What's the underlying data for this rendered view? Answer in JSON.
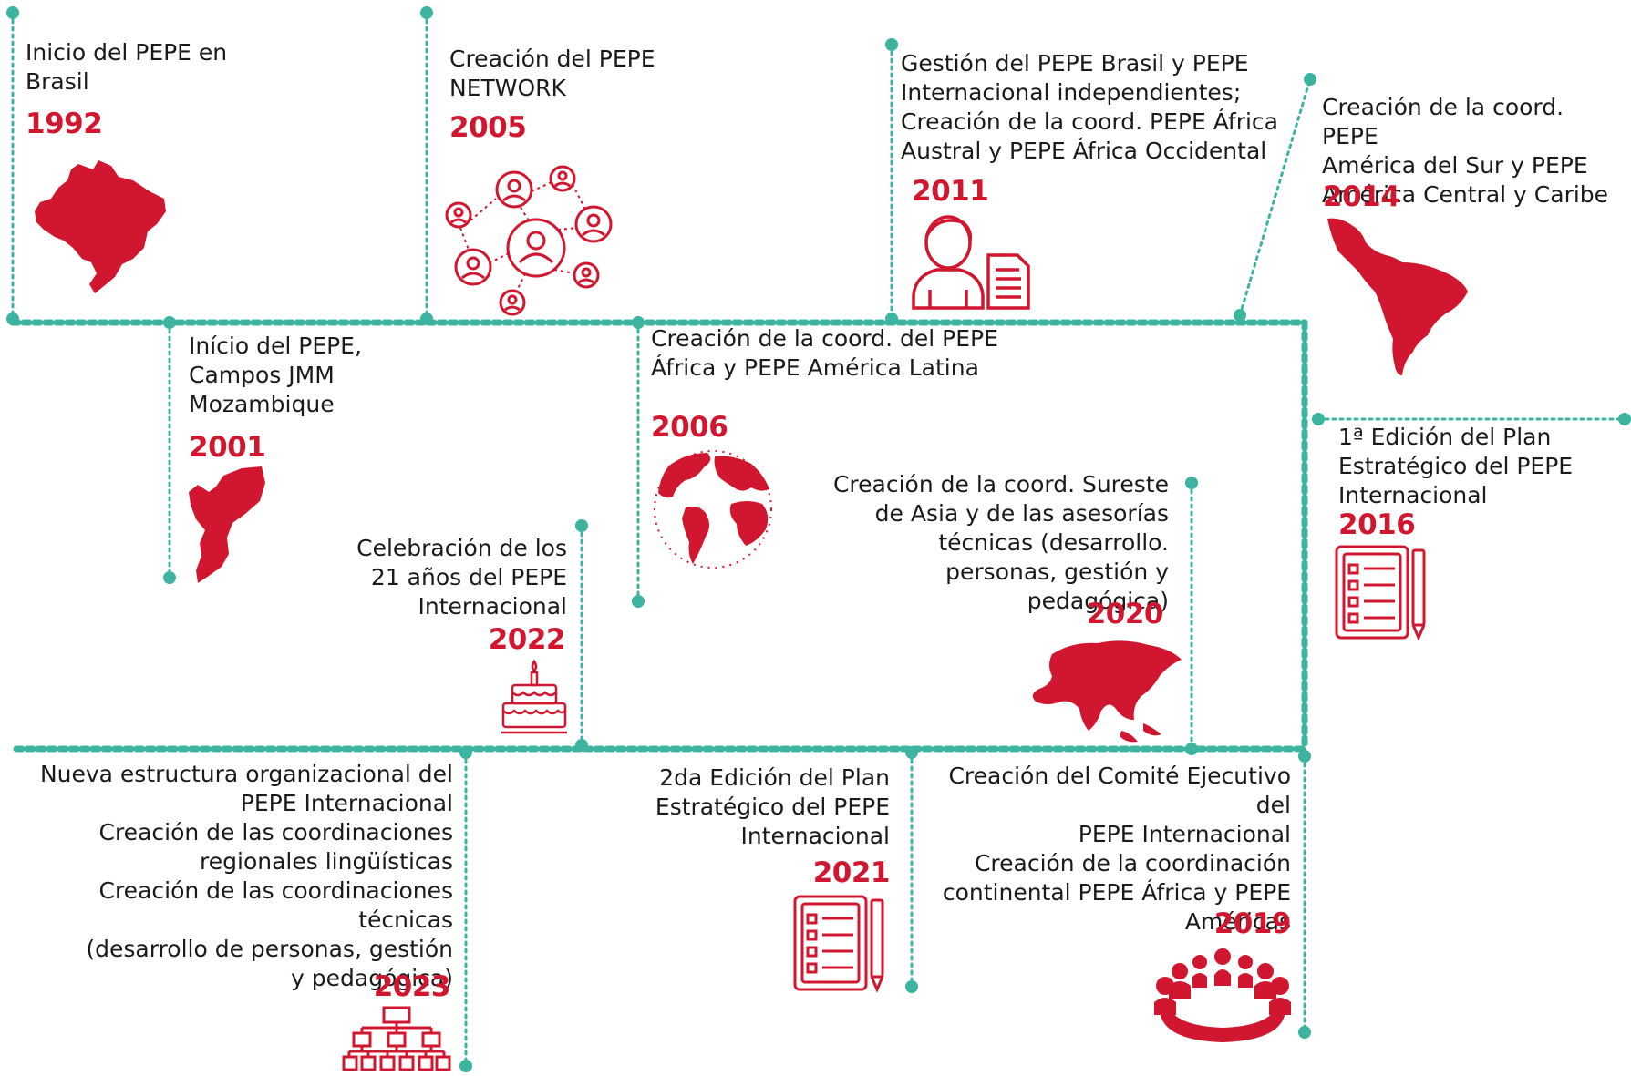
{
  "colors": {
    "accent": "#d0172f",
    "line": "#3cb4a0",
    "text": "#1a1a1a"
  },
  "milestones": [
    {
      "year": "1992",
      "text": "Inicio del PEPE en\nBrasil",
      "icon": "brazil-map-icon"
    },
    {
      "year": "2001",
      "text": "Início del PEPE,\nCampos JMM\nMozambique",
      "icon": "mozambique-map-icon"
    },
    {
      "year": "2005",
      "text": "Creación del  PEPE\nNETWORK",
      "icon": "network-people-icon"
    },
    {
      "year": "2006",
      "text": "Creación de la coord. del PEPE\nÁfrica y PEPE América Latina",
      "icon": "globe-icon"
    },
    {
      "year": "2011",
      "text": "Gestión del PEPE Brasil y PEPE\nInternacional independientes;\nCreación de la coord. PEPE África\nAustral y PEPE África Occidental",
      "icon": "person-document-icon"
    },
    {
      "year": "2014",
      "text": "Creación de la coord. PEPE\nAmérica del Sur y PEPE\nAmérica Central y Caribe",
      "icon": "latin-america-map-icon"
    },
    {
      "year": "2016",
      "text": "1ª Edición del Plan\nEstratégico del PEPE\nInternacional",
      "icon": "checklist-icon"
    },
    {
      "year": "2019",
      "text": "Creación del Comité Ejecutivo del\nPEPE Internacional\nCreación de la coordinación\ncontinental PEPE África y PEPE\nAméricas",
      "icon": "meeting-table-icon"
    },
    {
      "year": "2020",
      "text": "Creación de la coord. Sureste\nde Asia y de las asesorías\ntécnicas (desarrollo.\npersonas, gestión y\npedagógica)",
      "icon": "asia-map-icon"
    },
    {
      "year": "2021",
      "text": "2da Edición del Plan\nEstratégico del PEPE\nInternacional",
      "icon": "checklist-icon"
    },
    {
      "year": "2022",
      "text": "Celebración de los\n21 años del PEPE\nInternacional",
      "icon": "birthday-cake-icon"
    },
    {
      "year": "2023",
      "text": "Nueva estructura organizacional del\nPEPE Internacional\nCreación de las coordinaciones\nregionales lingüísticas\nCreación  de las coordinaciones técnicas\n(desarrollo de personas, gestión\ny pedagógica)",
      "icon": "org-chart-icon"
    }
  ]
}
